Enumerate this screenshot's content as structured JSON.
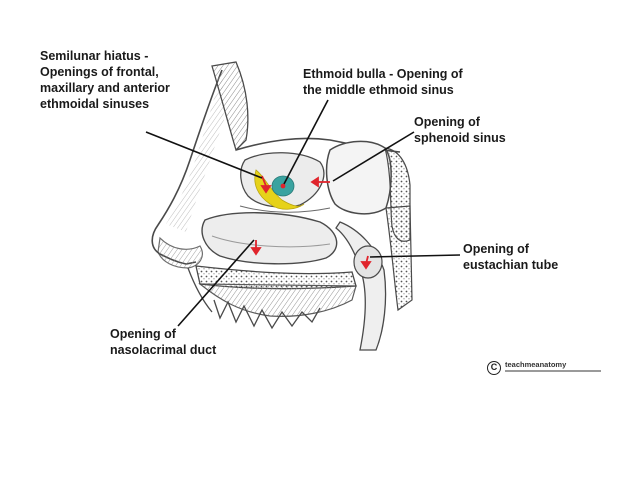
{
  "labels": {
    "semilunar": [
      "Semilunar hiatus -",
      "Openings of frontal,",
      "maxillary and anterior",
      "ethmoidal sinuses"
    ],
    "ethmoid": [
      "Ethmoid bulla - Opening of",
      "the middle ethmoid sinus"
    ],
    "sphenoid": [
      "Opening of",
      "sphenoid sinus"
    ],
    "eustachian": [
      "Opening of",
      "eustachian tube"
    ],
    "nasolacrimal": [
      "Opening of",
      "nasolacrimal duct"
    ]
  },
  "logo": {
    "name": "teachmeanatomy",
    "symbol": "C"
  },
  "colors": {
    "leader_line": "#111111",
    "arrow": "#e0242c",
    "semilunar_highlight": "#e6d21a",
    "bulla_highlight": "#3aa3a0",
    "bone_outline": "#4a4a4a",
    "bone_fill": "#f2f2f2",
    "shading": "#9a9a9a"
  }
}
